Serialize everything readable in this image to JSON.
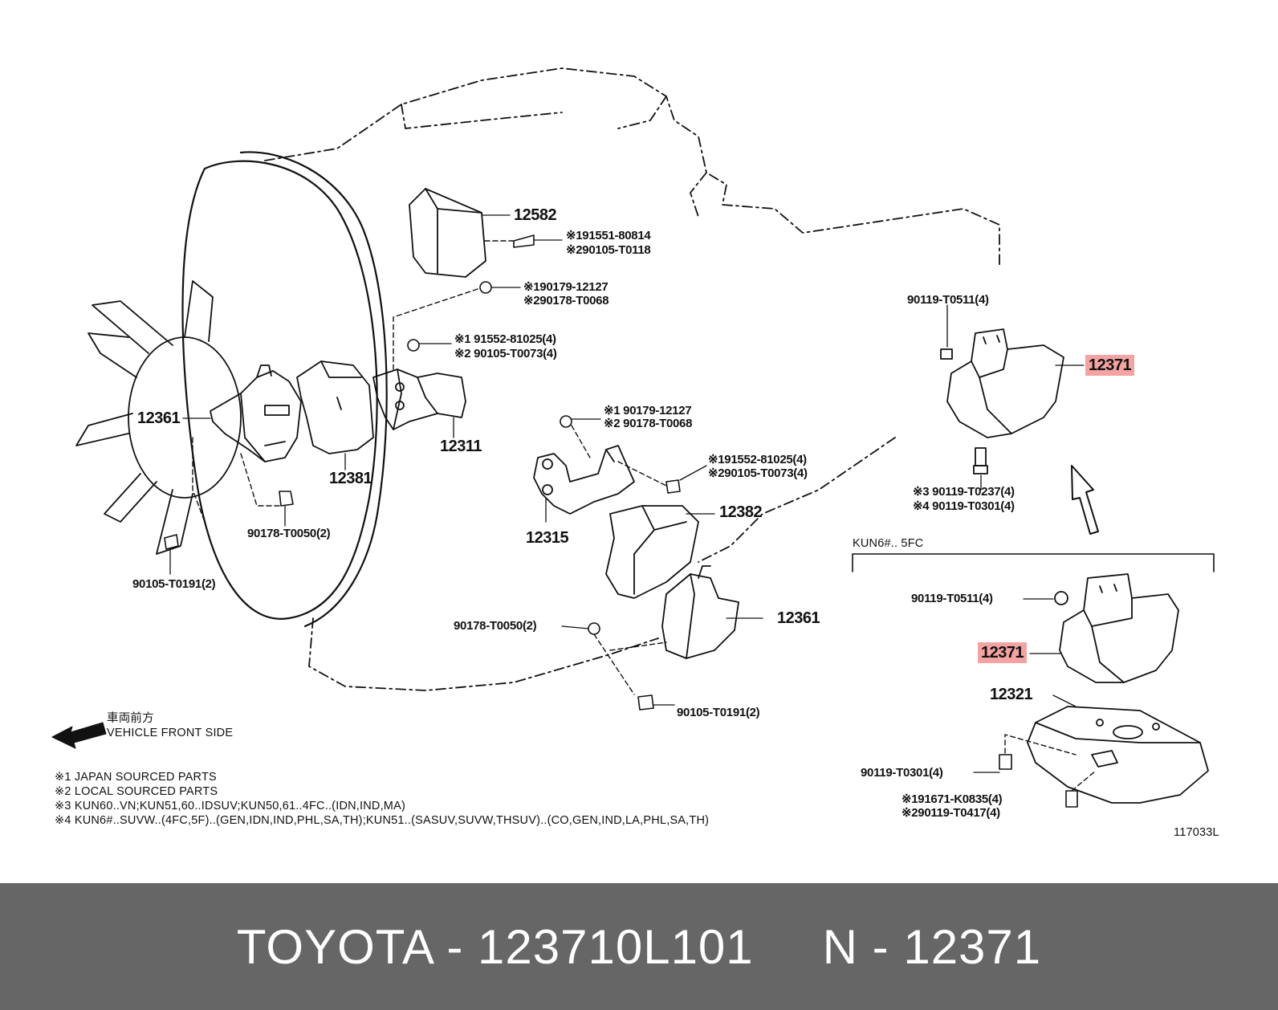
{
  "callouts": {
    "p12582": "12582",
    "b_191551": "※191551-80814",
    "b_290105_t0118": "※290105-T0118",
    "n_190179_a": "※190179-12127",
    "n_290178_a": "※290178-T0068",
    "b_191552_a": "※1 91552-81025(4)",
    "b_290105_t0073_a": "※2 90105-T0073(4)",
    "p12361_left": "12361",
    "p12381": "12381",
    "p12311": "12311",
    "n_90178_t0050_left": "90178-T0050(2)",
    "b_90105_t0191_left": "90105-T0191(2)",
    "n_190179_b": "※1 90179-12127",
    "n_290178_b": "※2 90178-T0068",
    "b_191552_b": "※191552-81025(4)",
    "b_290105_t0073_b": "※290105-T0073(4)",
    "p12382": "12382",
    "p12315": "12315",
    "p12361_right": "12361",
    "n_90178_t0050_right": "90178-T0050(2)",
    "b_90105_t0191_right": "90105-T0191(2)",
    "b_90119_t0511_top": "90119-T0511(4)",
    "p12371_top": "12371",
    "b_3_90119_t0237": "※3 90119-T0237(4)",
    "b_4_90119_t0301": "※4 90119-T0301(4)",
    "variant_label": "KUN6#.. 5FC",
    "b_90119_t0511_bottom": "90119-T0511(4)",
    "p12371_bottom": "12371",
    "p12321": "12321",
    "b_90119_t0301": "90119-T0301(4)",
    "b_191671": "※191671-K0835(4)",
    "b_290119_t0417": "※290119-T0417(4)",
    "figure_code": "117033L"
  },
  "direction": {
    "japanese": "車両前方",
    "english": "VEHICLE FRONT SIDE"
  },
  "notes": [
    "※1 JAPAN SOURCED PARTS",
    "※2 LOCAL SOURCED PARTS",
    "※3 KUN60..VN;KUN51,60..IDSUV;KUN50,61..4FC..(IDN,IND,MA)",
    "※4 KUN6#..SUVW..(4FC,5F)..(GEN,IDN,IND,PHL,SA,TH);KUN51..(SASUV,SUVW,THSUV)..(CO,GEN,IND,LA,PHL,SA,TH)"
  ],
  "footer": {
    "brand_part": "TOYOTA - 123710L101",
    "ref": "N - 12371"
  },
  "colors": {
    "highlight": "#f4a3a3",
    "footer_bg": "#666666",
    "footer_text": "#ffffff"
  }
}
